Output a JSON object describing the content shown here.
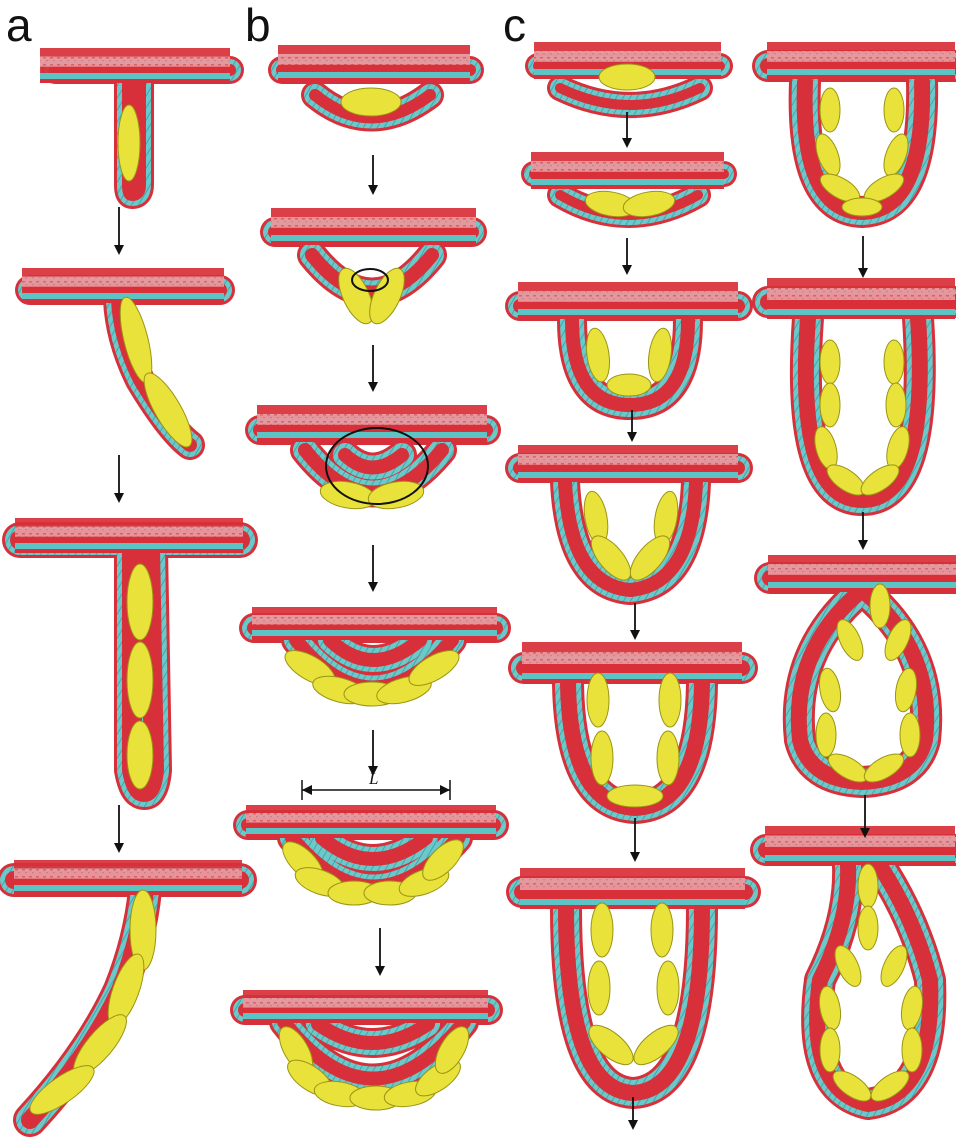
{
  "figure": {
    "panel_labels": [
      "a",
      "b",
      "c"
    ],
    "dimension_label": "L"
  },
  "colors": {
    "lipid_head": "#d8303a",
    "lipid_tail": "#5cc4c4",
    "nanoparticle": "#e8e23a",
    "nanoparticle_edge": "#9a9414",
    "solvent": "#e9d6d8",
    "arrow": "#111111",
    "highlight_ring": "#111111"
  }
}
